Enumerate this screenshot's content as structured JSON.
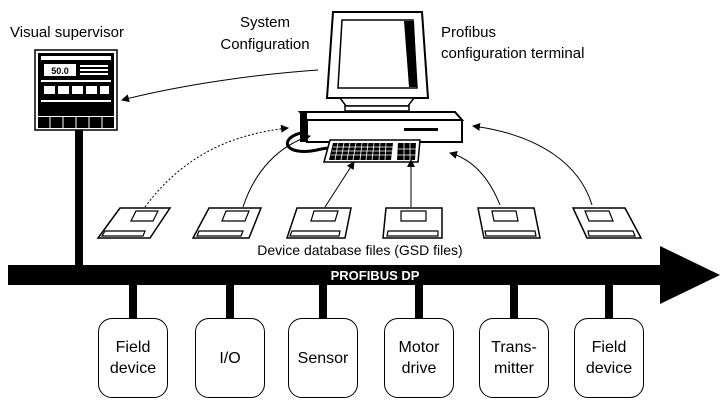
{
  "labels": {
    "visual_supervisor": "Visual supervisor",
    "system_config_line1": "System",
    "system_config_line2": "Configuration",
    "terminal_line1": "Profibus",
    "terminal_line2": "configuration terminal",
    "gsd_files": "Device database files (GSD files)",
    "bus": "PROFIBUS DP"
  },
  "supervisor_screen": {
    "reading": "50.0"
  },
  "devices": [
    {
      "line1": "Field",
      "line2": "device"
    },
    {
      "line1": "I/O",
      "line2": ""
    },
    {
      "line1": "Sensor",
      "line2": ""
    },
    {
      "line1": "Motor",
      "line2": "drive"
    },
    {
      "line1": "Trans-",
      "line2": "mitter"
    },
    {
      "line1": "Field",
      "line2": "device"
    }
  ],
  "colors": {
    "line": "#000000",
    "background": "#ffffff",
    "bus_text": "#ffffff"
  }
}
